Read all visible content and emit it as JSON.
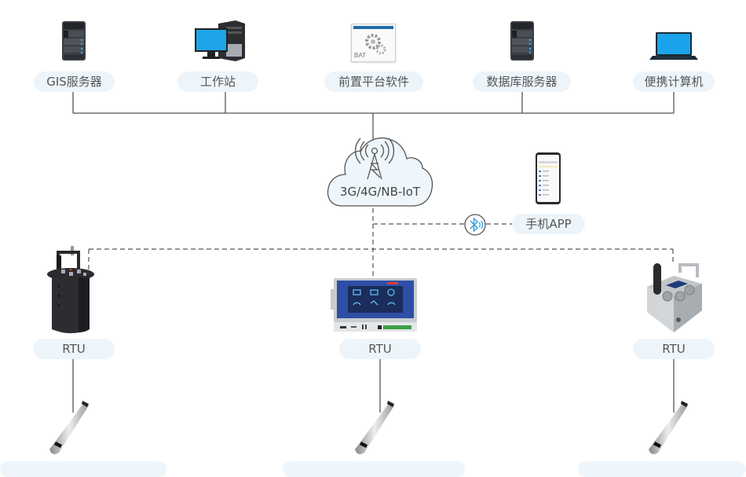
{
  "top_nodes": [
    {
      "label": "GIS服务器",
      "icon": "rack-server-icon"
    },
    {
      "label": "工作站",
      "icon": "desktop-workstation-icon"
    },
    {
      "label": "前置平台软件",
      "icon": "bat-software-icon",
      "icon_text": "BAT"
    },
    {
      "label": "数据库服务器",
      "icon": "rack-server-icon"
    },
    {
      "label": "便携计算机",
      "icon": "laptop-icon"
    }
  ],
  "network": {
    "label": "3G/4G/NB-IoT",
    "icon": "cell-tower-cloud-icon"
  },
  "mobile": {
    "label": "手机APP",
    "icon": "smartphone-icon",
    "link_icon": "bluetooth-icon"
  },
  "rtus": [
    {
      "label": "RTU",
      "icon": "cylinder-rtu-icon"
    },
    {
      "label": "RTU",
      "icon": "touchscreen-rtu-icon"
    },
    {
      "label": "RTU",
      "icon": "box-rtu-icon"
    }
  ],
  "sensors": [
    {
      "icon": "probe-sensor-icon"
    },
    {
      "icon": "probe-sensor-icon"
    },
    {
      "icon": "probe-sensor-icon"
    }
  ],
  "colors": {
    "pill_bg": "#edf5fb",
    "line": "#555555",
    "bluetooth": "#2f9be0",
    "screen_blue": "#1aa0e8"
  }
}
